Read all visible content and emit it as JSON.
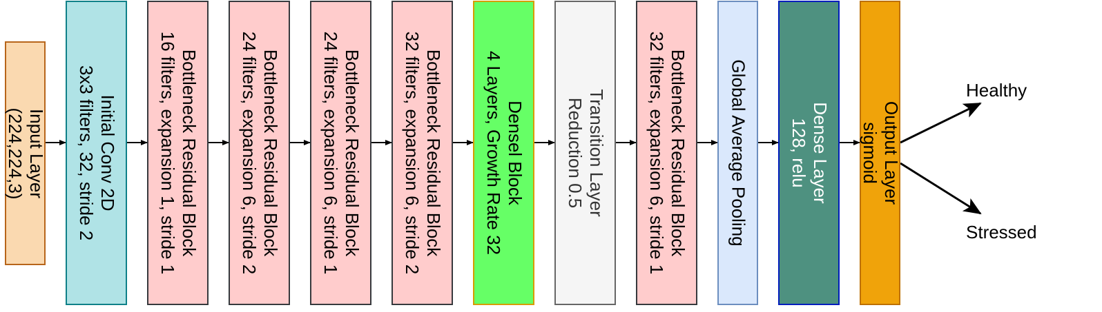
{
  "blocks": [
    {
      "id": "input-layer",
      "lines": [
        "Input Layer",
        "(224,224,3)"
      ],
      "fill": "#fad9b0",
      "stroke": "#b7651a"
    },
    {
      "id": "initial-conv",
      "lines": [
        "Initial Conv 2D",
        "3x3 filters, 32, stride 2"
      ],
      "fill": "#b0e3e6",
      "stroke": "#0e8088"
    },
    {
      "id": "bottleneck-1",
      "lines": [
        "Bottleneck Residual Block",
        "16 filters, expansion 1, stride 1"
      ],
      "fill": "#ffcccc",
      "stroke": "#36393d"
    },
    {
      "id": "bottleneck-2",
      "lines": [
        "Bottleneck Residual Block",
        "24 filters, expansion 6, stride 2"
      ],
      "fill": "#ffcccc",
      "stroke": "#36393d"
    },
    {
      "id": "bottleneck-3",
      "lines": [
        "Bottleneck Residual Block",
        "24 filters, expansion 6, stride 1"
      ],
      "fill": "#ffcccc",
      "stroke": "#36393d"
    },
    {
      "id": "bottleneck-4",
      "lines": [
        "Bottleneck Residual Block",
        "32 filters, expansion 6, stride 2"
      ],
      "fill": "#ffcccc",
      "stroke": "#36393d"
    },
    {
      "id": "dense-block",
      "lines": [
        "Densel Block",
        "4 Layers, Growth Rate 32"
      ],
      "fill": "#66ff66",
      "stroke": "#d79b00"
    },
    {
      "id": "transition-layer",
      "lines": [
        "Transition Layer",
        "Reduction 0.5"
      ],
      "fill": "#f5f5f5",
      "stroke": "#666666",
      "text_color": "#333333"
    },
    {
      "id": "bottleneck-5",
      "lines": [
        "Bottleneck Residual Block",
        "32 filters, expansion 6, stride 1"
      ],
      "fill": "#ffcccc",
      "stroke": "#36393d"
    },
    {
      "id": "global-avg-pool",
      "lines": [
        "Global Average Pooling"
      ],
      "fill": "#dae8fc",
      "stroke": "#6c8ebf"
    },
    {
      "id": "dense-layer",
      "lines": [
        "Dense Layer",
        "128, relu"
      ],
      "fill": "#4e9180",
      "stroke": "#001dbc",
      "text_color": "#ffffff"
    },
    {
      "id": "output-layer",
      "lines": [
        "Output Layer",
        "sigmoid"
      ],
      "fill": "#f0a30a",
      "stroke": "#bd7000"
    }
  ],
  "outputs": [
    {
      "id": "healthy",
      "label": "Healthy"
    },
    {
      "id": "stressed",
      "label": "Stressed"
    }
  ],
  "arrow_color": "#000000"
}
